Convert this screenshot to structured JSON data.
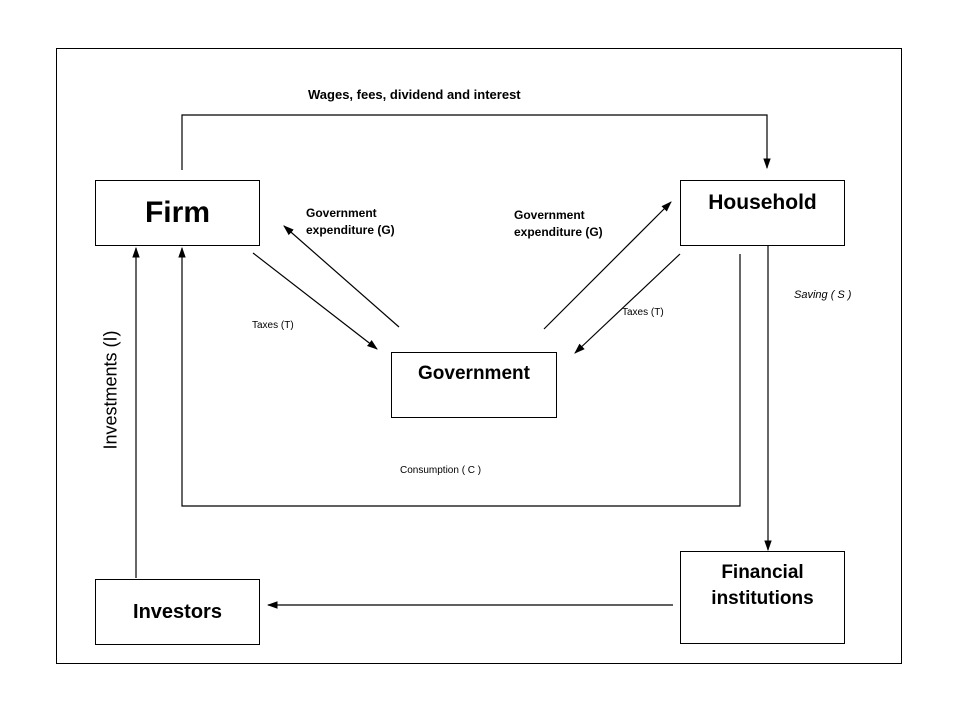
{
  "nodes": {
    "firm": "Firm",
    "household": "Household",
    "government": "Government",
    "investors": "Investors",
    "financial_institutions": "Financial institutions"
  },
  "labels": {
    "wages": "Wages, fees, dividend and interest",
    "gov_expenditure_left": "Government expenditure (G)",
    "gov_expenditure_right": "Government expenditure (G)",
    "taxes_left": "Taxes (T)",
    "taxes_right": "Taxes (T)",
    "saving": "Saving ( S )",
    "consumption": "Consumption ( C )",
    "investments": "Investments (I)"
  }
}
